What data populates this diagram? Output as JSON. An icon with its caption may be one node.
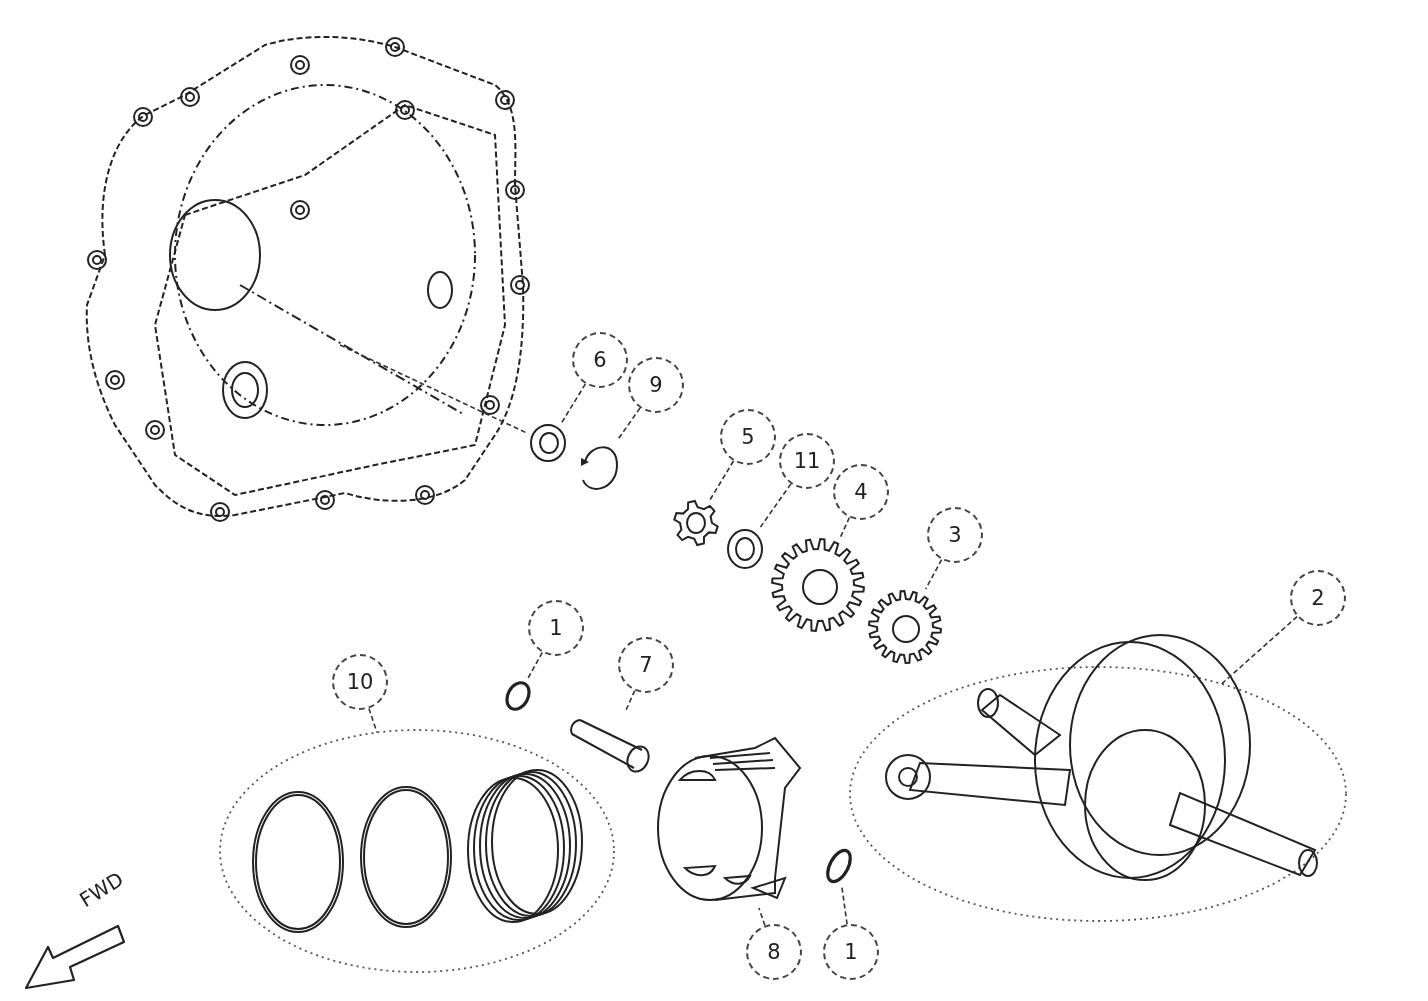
{
  "diagram": {
    "nodes": [
      {
        "text": [
          "6"
        ]
      },
      {
        "text": [
          "9"
        ]
      },
      {
        "text": [
          "5"
        ]
      },
      {
        "text": [
          "11"
        ]
      },
      {
        "text": [
          "4"
        ]
      },
      {
        "text": [
          "3"
        ]
      },
      {
        "text": [
          "2"
        ]
      },
      {
        "text": [
          "1"
        ]
      },
      {
        "text": [
          "7"
        ]
      },
      {
        "text": [
          "10"
        ]
      },
      {
        "text": [
          "8"
        ]
      },
      {
        "text": [
          "1"
        ]
      },
      {
        "text": [],
        "shape": "picture"
      },
      {
        "text": [],
        "shape": "picture"
      },
      {
        "text": [],
        "shape": "picture"
      },
      {
        "text": [],
        "shape": "picture"
      },
      {
        "text": [],
        "shape": "picture"
      },
      {
        "text": [],
        "shape": "picture"
      },
      {
        "text": [],
        "shape": "picture"
      },
      {
        "text": [],
        "shape": "cloud"
      },
      {
        "text": [],
        "shape": "picture",
        "in": 19
      },
      {
        "text": [],
        "shape": "circle"
      },
      {
        "text": [],
        "shape": "picture"
      },
      {
        "text": [],
        "shape": "cloud"
      },
      {
        "text": [],
        "shape": "picture",
        "in": 23
      },
      {
        "text": [],
        "shape": "picture"
      },
      {
        "text": [],
        "shape": "circle"
      }
    ],
    "edges": [
      {
        "from": 0,
        "to": 13,
        "arrow": "none"
      },
      {
        "from": 1,
        "to": 14,
        "arrow": "none"
      },
      {
        "from": 2,
        "to": 15,
        "arrow": "none"
      },
      {
        "from": 3,
        "to": 16,
        "arrow": "none"
      },
      {
        "from": 4,
        "to": 17,
        "arrow": "none"
      },
      {
        "from": 5,
        "to": 18,
        "arrow": "none"
      },
      {
        "from": 6,
        "to": 19,
        "arrow": "none"
      },
      {
        "from": 7,
        "to": 21,
        "arrow": "none"
      },
      {
        "from": 8,
        "to": 22,
        "arrow": "none"
      },
      {
        "from": 9,
        "to": 23,
        "arrow": "none"
      },
      {
        "from": 10,
        "to": 25,
        "arrow": "none"
      },
      {
        "from": 11,
        "to": 26,
        "arrow": "none"
      },
      {
        "from": 12,
        "to": 13,
        "arrow": "none"
      }
    ],
    "labels": [
      "FWD"
    ]
  }
}
